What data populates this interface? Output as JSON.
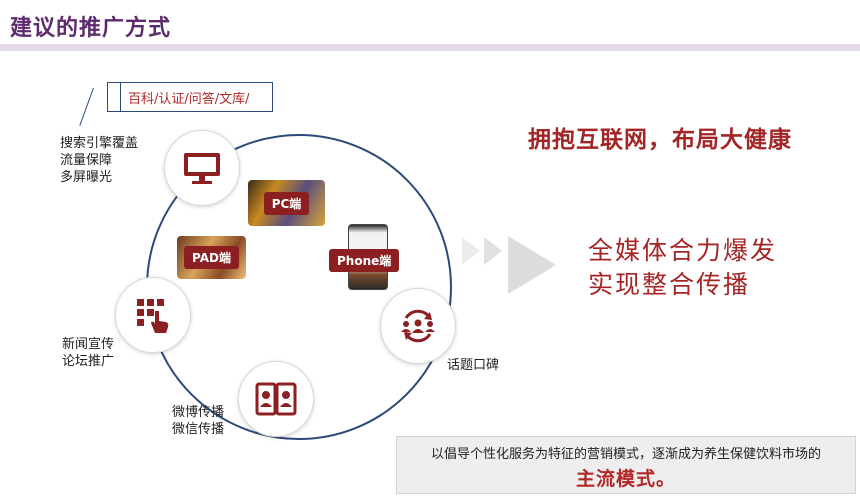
{
  "slide": {
    "title": "建议的推广方式",
    "callout": "百科/认证/问答/文库/",
    "labels": {
      "search": [
        "搜索引擎覆盖",
        "流量保障",
        "多屏曝光"
      ],
      "news": [
        "新闻宣传",
        "论坛推广"
      ],
      "weibo": [
        "微博传播",
        "微信传播"
      ],
      "wordofmouth": [
        "话题口碑"
      ]
    },
    "tiles": {
      "pc": "PC端",
      "pad": "PAD端",
      "phone": "Phone端"
    },
    "icons": {
      "monitor": "monitor-icon",
      "touch": "touch-keypad-icon",
      "phones": "phone-contacts-icon",
      "cycle": "people-cycle-icon",
      "arrows": "play-arrows-icon"
    },
    "headline": "拥抱互联网，布局大健康",
    "slogan": [
      "全媒体合力爆发",
      "实现整合传播"
    ],
    "footer": {
      "line": "以倡导个性化服务为特征的营销模式，逐渐成为养生保健饮料市场的",
      "strong": "主流模式。"
    },
    "colors": {
      "title": "#5e2a6e",
      "accent": "#a32626",
      "ring": "#2c4a7a",
      "tag": "#8b1f22"
    }
  }
}
